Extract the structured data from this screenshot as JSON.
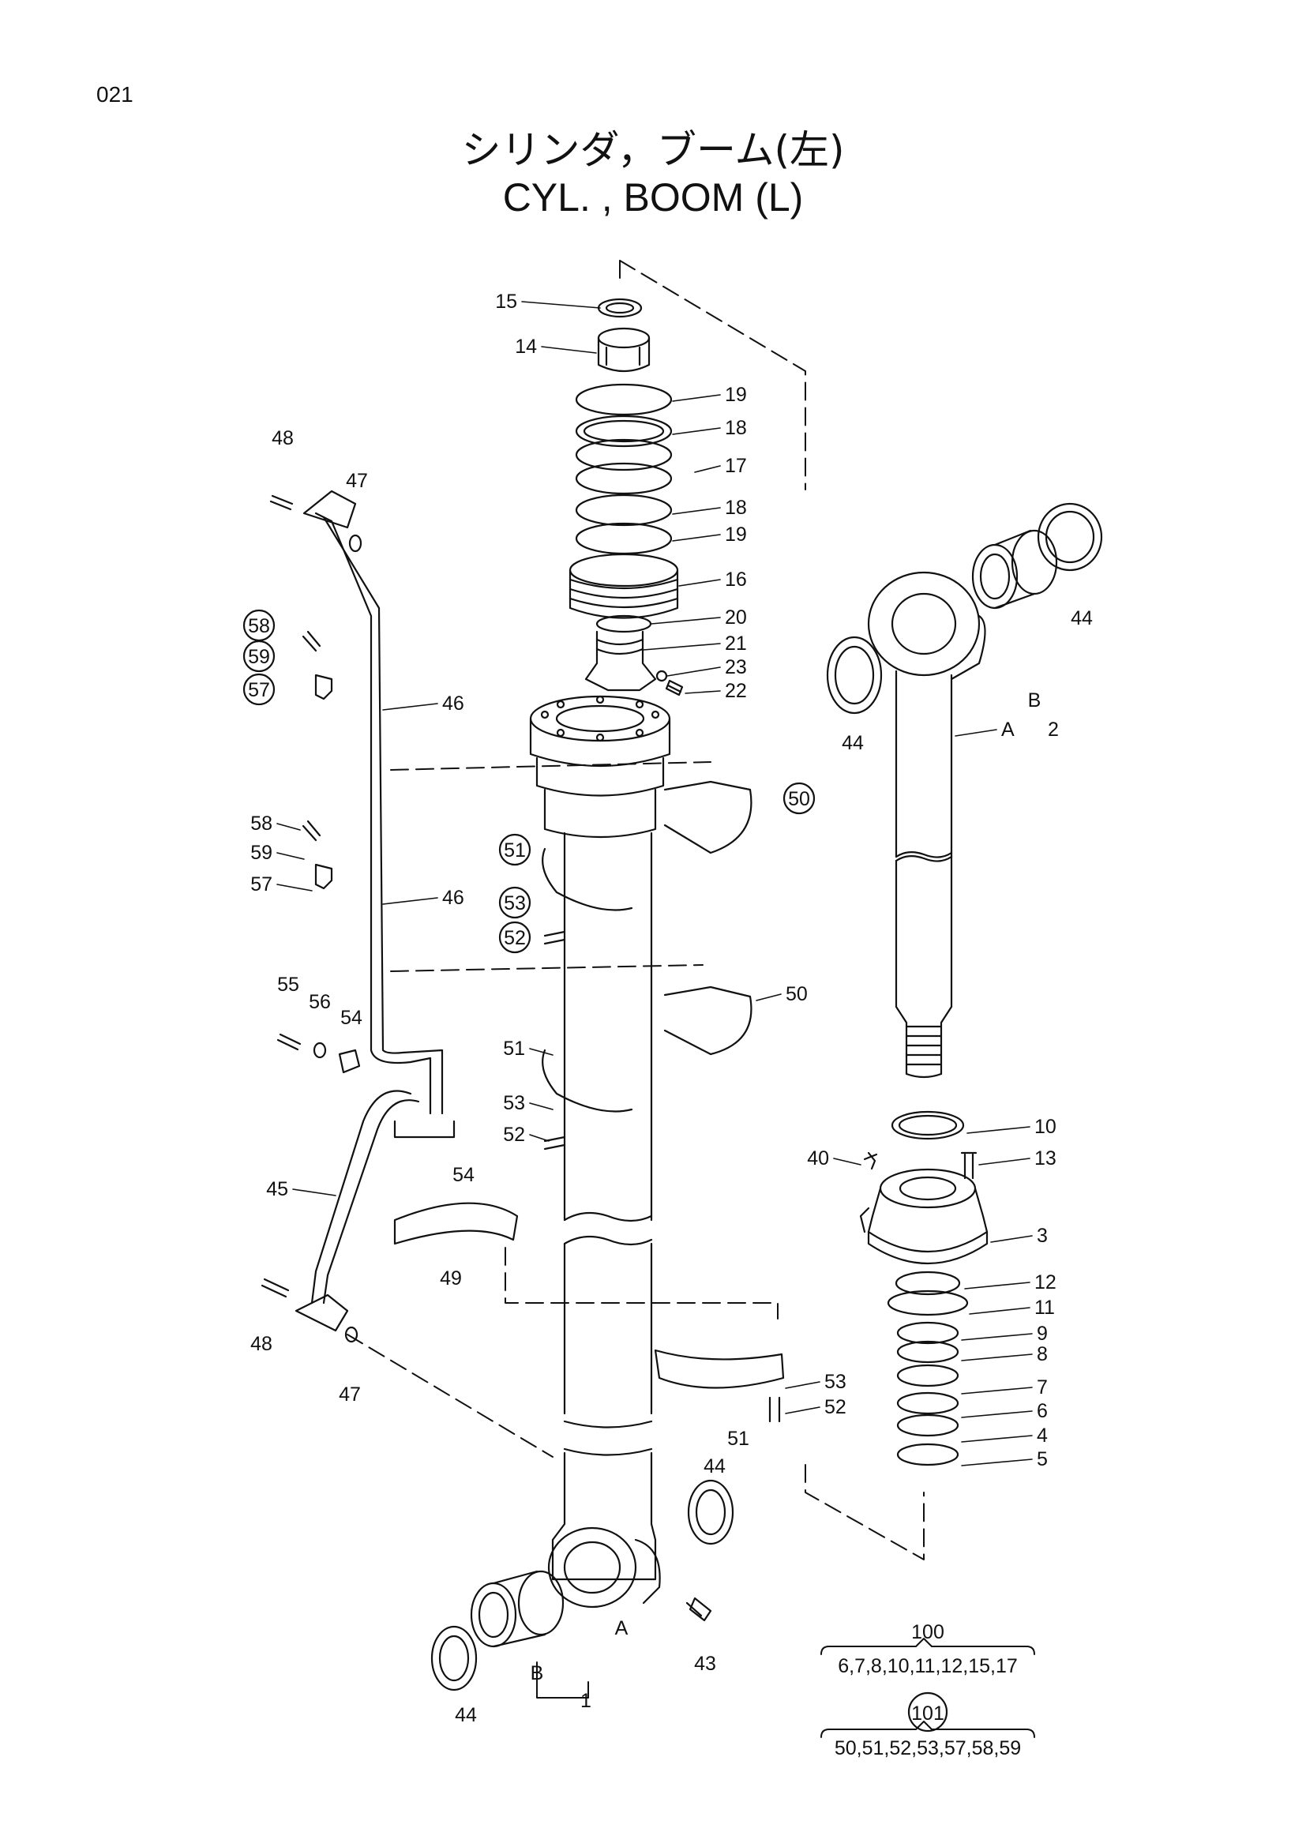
{
  "page": {
    "number": "021"
  },
  "title": {
    "jp": "シリンダ，ブーム(左)",
    "en": "CYL. , BOOM (L)"
  },
  "callouts": [
    {
      "id": "c15",
      "label": "15"
    },
    {
      "id": "c14",
      "label": "14"
    },
    {
      "id": "c19a",
      "label": "19"
    },
    {
      "id": "c18a",
      "label": "18"
    },
    {
      "id": "c17",
      "label": "17"
    },
    {
      "id": "c18b",
      "label": "18"
    },
    {
      "id": "c19b",
      "label": "19"
    },
    {
      "id": "c16",
      "label": "16"
    },
    {
      "id": "c20",
      "label": "20"
    },
    {
      "id": "c21",
      "label": "21"
    },
    {
      "id": "c23",
      "label": "23"
    },
    {
      "id": "c22",
      "label": "22"
    },
    {
      "id": "c48a",
      "label": "48"
    },
    {
      "id": "c47a",
      "label": "47"
    },
    {
      "id": "c58a",
      "label": "58",
      "circled": true
    },
    {
      "id": "c59a",
      "label": "59",
      "circled": true
    },
    {
      "id": "c57a",
      "label": "57",
      "circled": true
    },
    {
      "id": "c46a",
      "label": "46"
    },
    {
      "id": "c50a",
      "label": "50",
      "circled": true
    },
    {
      "id": "c58b",
      "label": "58"
    },
    {
      "id": "c59b",
      "label": "59"
    },
    {
      "id": "c57b",
      "label": "57"
    },
    {
      "id": "c51a",
      "label": "51",
      "circled": true
    },
    {
      "id": "c46b",
      "label": "46"
    },
    {
      "id": "c53a",
      "label": "53",
      "circled": true
    },
    {
      "id": "c52a",
      "label": "52",
      "circled": true
    },
    {
      "id": "c55",
      "label": "55"
    },
    {
      "id": "c56",
      "label": "56"
    },
    {
      "id": "c54a",
      "label": "54"
    },
    {
      "id": "c50b",
      "label": "50"
    },
    {
      "id": "c51b",
      "label": "51"
    },
    {
      "id": "c53b",
      "label": "53"
    },
    {
      "id": "c52b",
      "label": "52"
    },
    {
      "id": "c54b",
      "label": "54"
    },
    {
      "id": "c45",
      "label": "45"
    },
    {
      "id": "c49",
      "label": "49"
    },
    {
      "id": "c48b",
      "label": "48"
    },
    {
      "id": "c47b",
      "label": "47"
    },
    {
      "id": "c53c",
      "label": "53"
    },
    {
      "id": "c52c",
      "label": "52"
    },
    {
      "id": "c51c",
      "label": "51"
    },
    {
      "id": "c44a",
      "label": "44"
    },
    {
      "id": "c44b",
      "label": "44"
    },
    {
      "id": "c44c",
      "label": "44"
    },
    {
      "id": "c44d",
      "label": "44"
    },
    {
      "id": "cB1",
      "label": "B"
    },
    {
      "id": "cA1",
      "label": "A"
    },
    {
      "id": "c2",
      "label": "2"
    },
    {
      "id": "c10",
      "label": "10"
    },
    {
      "id": "c40",
      "label": "40"
    },
    {
      "id": "c13",
      "label": "13"
    },
    {
      "id": "c3",
      "label": "3"
    },
    {
      "id": "c12",
      "label": "12"
    },
    {
      "id": "c11",
      "label": "11"
    },
    {
      "id": "c9",
      "label": "9"
    },
    {
      "id": "c8",
      "label": "8"
    },
    {
      "id": "c7",
      "label": "7"
    },
    {
      "id": "c6",
      "label": "6"
    },
    {
      "id": "c4",
      "label": "4"
    },
    {
      "id": "c5",
      "label": "5"
    },
    {
      "id": "cA2",
      "label": "A"
    },
    {
      "id": "cB2",
      "label": "B"
    },
    {
      "id": "c1",
      "label": "1"
    },
    {
      "id": "c43",
      "label": "43"
    }
  ],
  "kits": [
    {
      "id": "k100",
      "label": "100",
      "circled": false,
      "parts": "6,7,8,10,11,12,15,17"
    },
    {
      "id": "k101",
      "label": "101",
      "circled": true,
      "parts": "50,51,52,53,57,58,59"
    }
  ]
}
